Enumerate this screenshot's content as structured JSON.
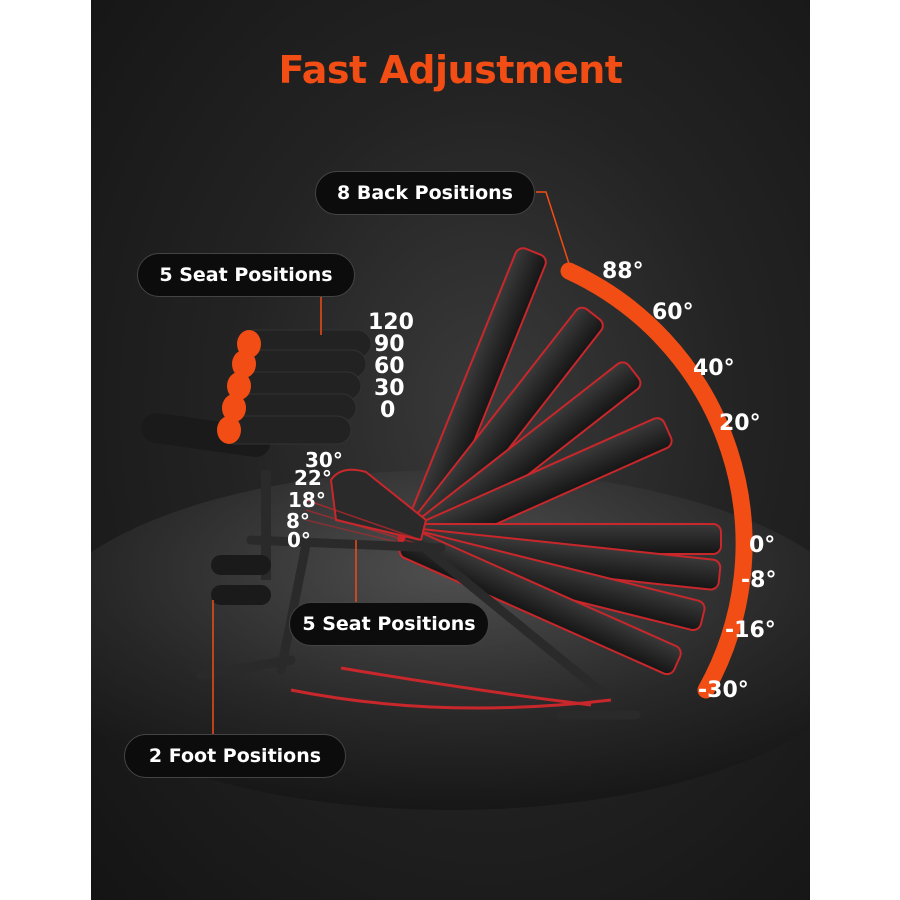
{
  "title": "Fast Adjustment",
  "colors": {
    "accent": "#f24d14",
    "background": "#1e1e1e",
    "pill_bg": "#0c0c0c",
    "pill_border": "#444444",
    "text": "#ffffff"
  },
  "callouts": {
    "back_positions": "8 Back Positions",
    "seat_positions_top": "5 Seat Positions",
    "seat_positions_bottom": "5 Seat Positions",
    "foot_positions": "2 Foot Positions"
  },
  "roller_heights": [
    "120",
    "90",
    "60",
    "30",
    "0"
  ],
  "seat_angles": [
    "30°",
    "22°",
    "18°",
    "8°",
    "0°"
  ],
  "back_angles": [
    "88°",
    "60°",
    "40°",
    "20°",
    "0°",
    "-8°",
    "-16°",
    "-30°"
  ]
}
